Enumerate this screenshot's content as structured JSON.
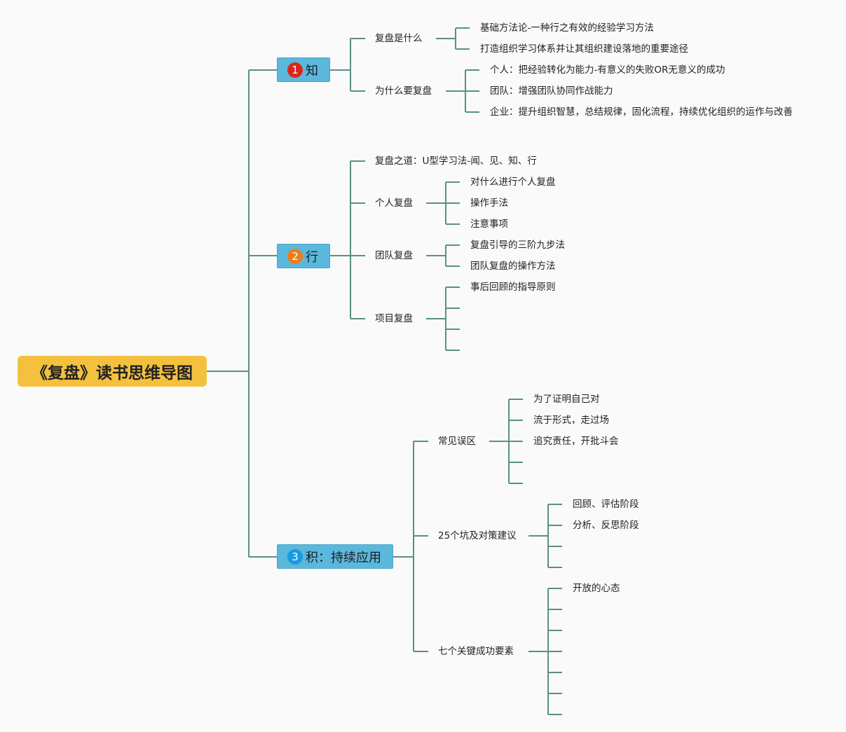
{
  "root": {
    "title": "《复盘》读书思维导图"
  },
  "colors": {
    "root_bg": "#f4c13f",
    "node_bg": "#5bb8dc",
    "line": "#5a8f86",
    "badge_1": "#d9261c",
    "badge_2": "#ee7d1c",
    "badge_3": "#1a9ae0"
  },
  "branches": [
    {
      "badge": "1",
      "label": "知",
      "children": [
        {
          "label": "复盘是什么",
          "children": [
            "基础方法论-一种行之有效的经验学习方法",
            "打造组织学习体系并让其组织建设落地的重要途径"
          ]
        },
        {
          "label": "为什么要复盘",
          "children": [
            "个人：把经验转化为能力-有意义的失败OR无意义的成功",
            "团队：增强团队协同作战能力",
            "企业：提升组织智慧，总结规律，固化流程，持续优化组织的运作与改善"
          ]
        }
      ]
    },
    {
      "badge": "2",
      "label": "行",
      "children": [
        {
          "label": "复盘之道：U型学习法-闻、见、知、行",
          "children": []
        },
        {
          "label": "个人复盘",
          "children": [
            "对什么进行个人复盘",
            "操作手法",
            "注意事项"
          ]
        },
        {
          "label": "团队复盘",
          "children": [
            "复盘引导的三阶九步法",
            "团队复盘的操作方法"
          ]
        },
        {
          "label": "项目复盘",
          "children": [
            "事后回顾的指导原则",
            "",
            "",
            ""
          ]
        }
      ]
    },
    {
      "badge": "3",
      "label": "积：持续应用",
      "children": [
        {
          "label": "常见误区",
          "children": [
            "为了证明自己对",
            "流于形式，走过场",
            "追究责任，开批斗会",
            "",
            ""
          ]
        },
        {
          "label": "25个坑及对策建议",
          "children": [
            "回顾、评估阶段",
            "分析、反思阶段",
            "",
            ""
          ]
        },
        {
          "label": "七个关键成功要素",
          "children": [
            "开放的心态",
            "",
            "",
            "",
            "",
            "",
            ""
          ]
        }
      ]
    }
  ]
}
